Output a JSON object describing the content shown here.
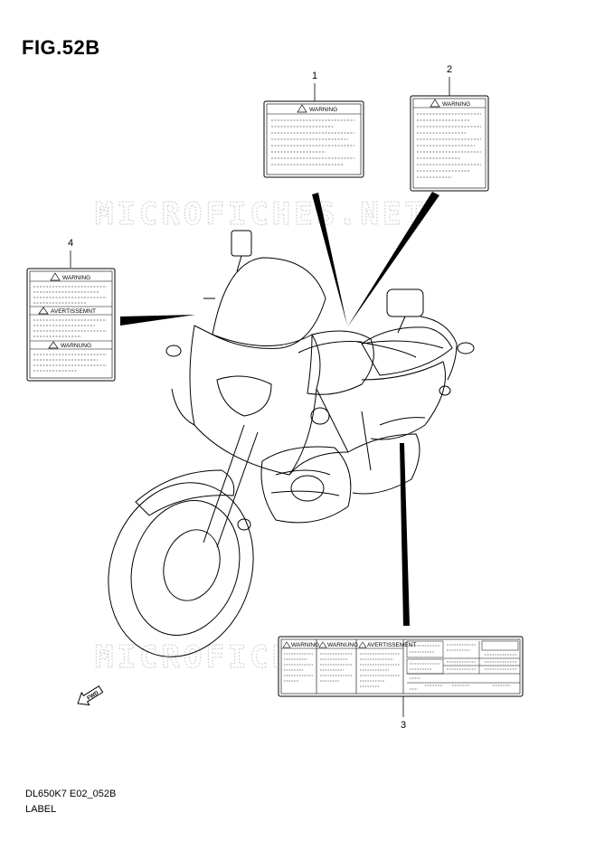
{
  "figure": {
    "title": "FIG.52B"
  },
  "watermark": {
    "text": "MICROFICHES.NET",
    "color": "#d4d4d4"
  },
  "callouts": [
    {
      "number": "1"
    },
    {
      "number": "2"
    },
    {
      "number": "3"
    },
    {
      "number": "4"
    }
  ],
  "labels": {
    "label_1": {
      "heading": "WARNING"
    },
    "label_2": {
      "heading": "WARNING"
    },
    "label_4": {
      "headings": [
        "WARNING",
        "AVERTISSEMNT",
        "WARNUNG"
      ]
    },
    "label_3": {
      "headings": [
        "WARNING",
        "WARNUNG",
        "AVERTISSEMENT"
      ]
    }
  },
  "fwd_arrow": {
    "text": "FWD"
  },
  "footer": {
    "model_code": "DL650K7 E02_052B",
    "section_name": "LABEL"
  }
}
